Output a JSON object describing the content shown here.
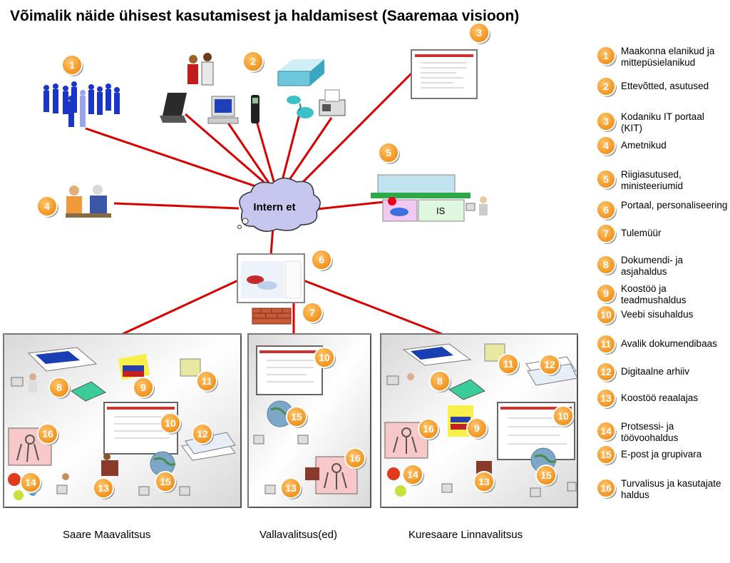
{
  "title": "Võimalik näide ühisest kasutamisest ja haldamisest (Saaremaa visioon)",
  "cloud_label": "Intern et",
  "is_label": "IS",
  "legend": [
    {
      "num": "1",
      "label": "Maakonna elanikud ja mittepüsielanikud"
    },
    {
      "num": "2",
      "label": "Ettevõtted, asutused"
    },
    {
      "num": "3",
      "label": "Kodaniku IT portaal (KIT)"
    },
    {
      "num": "4",
      "label": "Ametnikud"
    },
    {
      "num": "5",
      "label": "Riigiasutused, ministeeriumid"
    },
    {
      "num": "6",
      "label": "Portaal, personaliseering"
    },
    {
      "num": "7",
      "label": "Tulemüür"
    },
    {
      "num": "8",
      "label": "Dokumendi- ja asjahaldus"
    },
    {
      "num": "9",
      "label": "Koostöö ja teadmushaldus"
    },
    {
      "num": "10",
      "label": "Veebi sisuhaldus"
    },
    {
      "num": "11",
      "label": "Avalik dokumendibaas"
    },
    {
      "num": "12",
      "label": "Digitaalne arhiiv"
    },
    {
      "num": "13",
      "label": "Koostöö reaalajas"
    },
    {
      "num": "14",
      "label": "Protsessi- ja töövoohaldus"
    },
    {
      "num": "15",
      "label": "E-post ja grupivara"
    },
    {
      "num": "16",
      "label": "Turvalisus ja kasutajate haldus"
    }
  ],
  "top_badges": [
    "1",
    "2",
    "3",
    "4",
    "5",
    "6",
    "7"
  ],
  "panels": [
    {
      "name": "Saare Maavalitsus",
      "badges": [
        "8",
        "9",
        "11",
        "10",
        "12",
        "16",
        "14",
        "13",
        "15"
      ]
    },
    {
      "name": "Vallavalitsus(ed)",
      "badges": [
        "10",
        "15",
        "16",
        "13"
      ]
    },
    {
      "name": "Kuresaare Linnavalitsus",
      "badges": [
        "8",
        "11",
        "12",
        "9",
        "10",
        "16",
        "14",
        "13",
        "15"
      ]
    }
  ],
  "colors": {
    "badge": "#f39a1e",
    "link": "#d90000",
    "firewall": "#c85a3a",
    "cloud": "#c6c6ee"
  }
}
